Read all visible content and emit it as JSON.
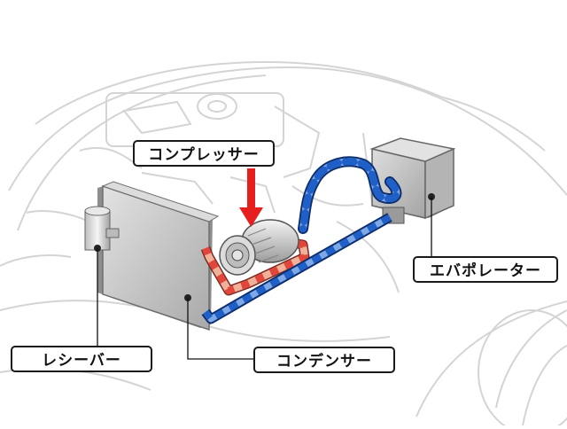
{
  "labels": {
    "compressor": "コンプレッサー",
    "evaporator": "エバポレーター",
    "receiver": "レシーバー",
    "condenser": "コンデンサー"
  },
  "colors": {
    "car_outline": "#d4d4d4",
    "component_fill": "#c8c8c8",
    "pipe_hot": "#e2453a",
    "pipe_hot_light": "#f0b09a",
    "pipe_cold": "#1f5fc8",
    "pipe_cold_light": "#7fa8e6",
    "arrow": "#e61e1e"
  }
}
